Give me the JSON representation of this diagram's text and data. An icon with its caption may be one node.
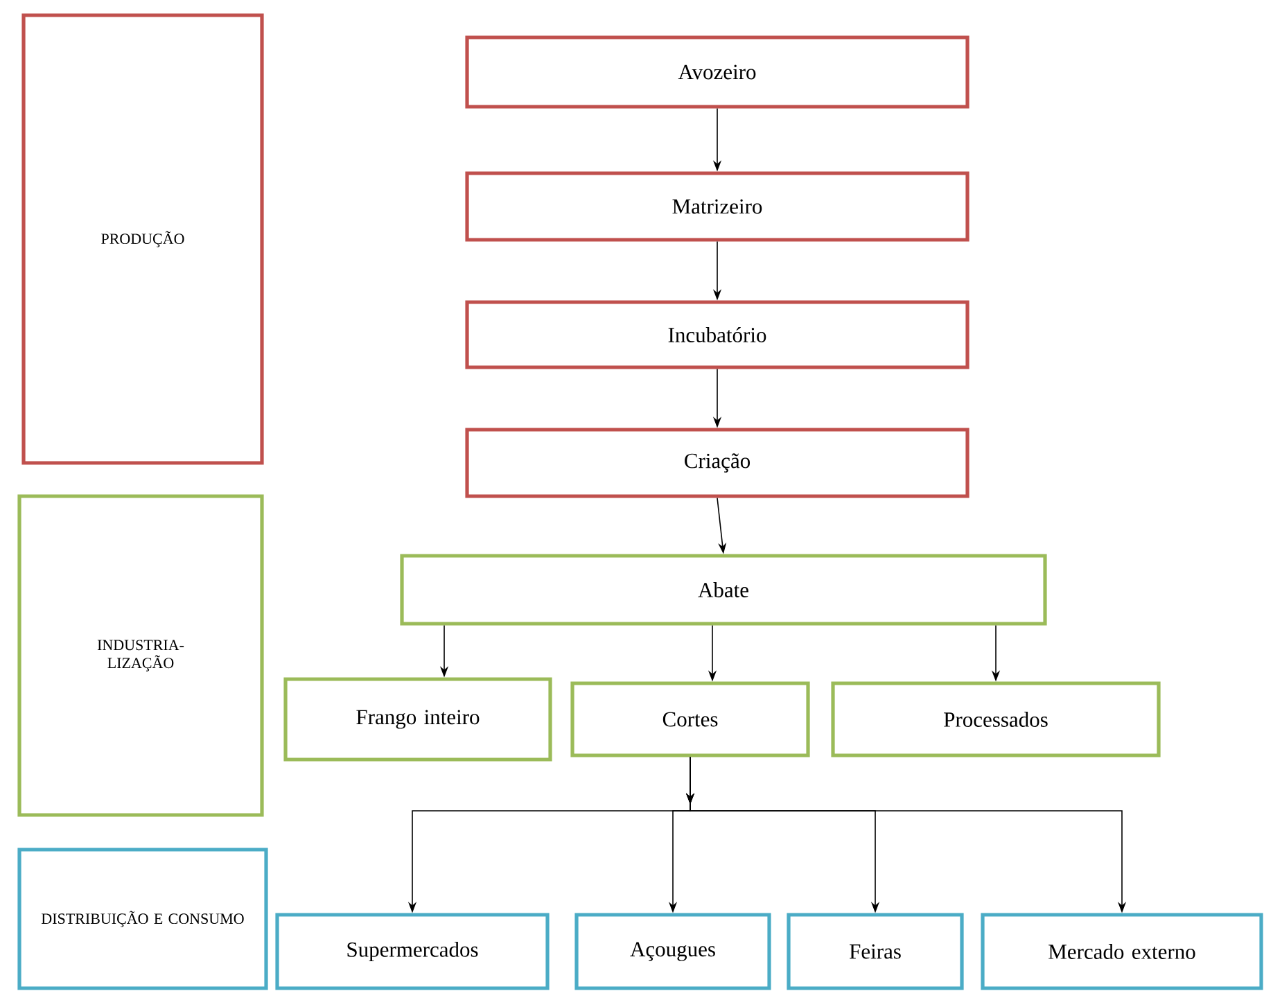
{
  "diagram": {
    "nodes": [
      {
        "text": [
          "PRODUÇÃO"
        ]
      },
      {
        "text": [
          "INDUSTRIA- LIZAÇÃO"
        ]
      },
      {
        "text": [
          "DISTRIBUIÇÃO E CONSUMO"
        ]
      },
      {
        "text": [
          "Avozeiro"
        ]
      },
      {
        "text": [
          "Matrizeiro"
        ]
      },
      {
        "text": [
          "Incubatório"
        ]
      },
      {
        "text": [
          "Criação"
        ]
      },
      {
        "text": [
          "Abate"
        ]
      },
      {
        "text": [
          "Frango inteiro"
        ]
      },
      {
        "text": [
          "Cortes"
        ]
      },
      {
        "text": [
          "Processados"
        ]
      },
      {
        "text": [
          "Supermercados"
        ]
      },
      {
        "text": [
          "Açougues"
        ]
      },
      {
        "text": [
          "Feiras"
        ]
      },
      {
        "text": [
          "Mercado externo"
        ]
      }
    ],
    "edges": [
      {
        "from": 3,
        "to": 4,
        "arrow": "to"
      },
      {
        "from": 4,
        "to": 5,
        "arrow": "to"
      },
      {
        "from": 5,
        "to": 6,
        "arrow": "to"
      },
      {
        "from": 6,
        "to": 7,
        "arrow": "to"
      },
      {
        "from": 7,
        "to": 8,
        "arrow": "to"
      },
      {
        "from": 7,
        "to": 9,
        "arrow": "to"
      },
      {
        "from": 7,
        "to": 10,
        "arrow": "to"
      },
      {
        "from": 9,
        "to": 11,
        "arrow": "to"
      },
      {
        "from": 9,
        "to": 12,
        "arrow": "to"
      },
      {
        "from": 9,
        "to": 13,
        "arrow": "to"
      },
      {
        "from": 9,
        "to": 14,
        "arrow": "to"
      }
    ]
  }
}
